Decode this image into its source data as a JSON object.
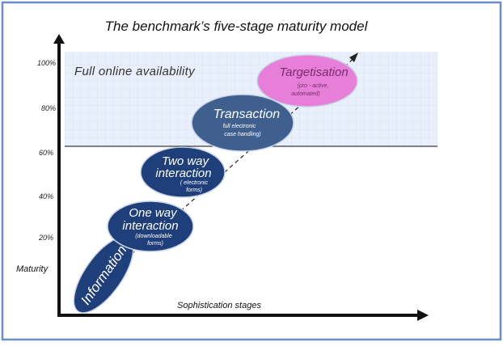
{
  "title": "The benchmark’s five-stage maturity model",
  "axes": {
    "y_label": "Maturity",
    "x_label": "Sophistication stages",
    "y_ticks": [
      "100%",
      "80%",
      "60%",
      "40%",
      "20%"
    ]
  },
  "zone": {
    "label": "Full online availability"
  },
  "stages": [
    {
      "name": "Information",
      "subtitle": ""
    },
    {
      "name": "One way interaction",
      "line1": "One way",
      "line2": "interaction",
      "subtitle_line1": "(downloadable",
      "subtitle_line2": "forms)"
    },
    {
      "name": "Two way interaction",
      "line1": "Two way",
      "line2": "interaction",
      "subtitle_line1": "( electronic",
      "subtitle_line2": "forms)"
    },
    {
      "name": "Transaction",
      "line1": "Transaction",
      "subtitle_line1": "full   electronic",
      "subtitle_line2": "case handling)"
    },
    {
      "name": "Targetisation",
      "line1": "Targetisation",
      "subtitle_line1": "(pro - active,",
      "subtitle_line2": "automated)"
    }
  ],
  "colors": {
    "border": "#6b8fc6",
    "dark_blue": "#1f3f7a",
    "mid_blue": "#3f5f8f",
    "pink": "#e77fd9",
    "zone_fill": "#eaf0fb"
  }
}
